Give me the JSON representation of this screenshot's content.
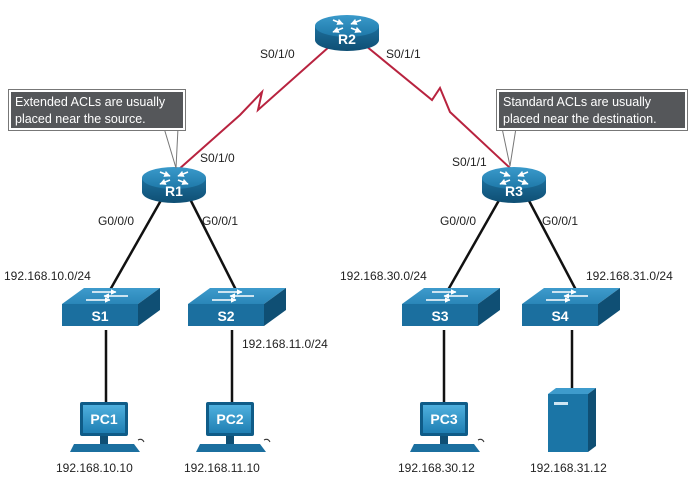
{
  "devices": {
    "r1": "R1",
    "r2": "R2",
    "r3": "R3",
    "s1": "S1",
    "s2": "S2",
    "s3": "S3",
    "s4": "S4",
    "pc1": "PC1",
    "pc2": "PC2",
    "pc3": "PC3"
  },
  "interfaces": {
    "r2_left": "S0/1/0",
    "r2_right": "S0/1/1",
    "r1_serial": "S0/1/0",
    "r3_serial": "S0/1/1",
    "r1_g0": "G0/0/0",
    "r1_g1": "G0/0/1",
    "r3_g0": "G0/0/0",
    "r3_g1": "G0/0/1"
  },
  "networks": {
    "net10": "192.168.10.0/24",
    "net11": "192.168.11.0/24",
    "net30": "192.168.30.0/24",
    "net31": "192.168.31.0/24"
  },
  "hosts": {
    "pc1_ip": "192.168.10.10",
    "pc2_ip": "192.168.11.10",
    "pc3_ip": "192.168.30.12",
    "server_ip": "192.168.31.12"
  },
  "notes": {
    "extended_line1": "Extended ACLs are usually",
    "extended_line2": "placed near the source.",
    "standard_line1": "Standard ACLs are usually",
    "standard_line2": "placed near the destination."
  },
  "colors": {
    "device_blue": "#1b75a6",
    "serial_link": "#b8233f",
    "ethernet_link": "#111111",
    "note_bg": "#55575a"
  }
}
